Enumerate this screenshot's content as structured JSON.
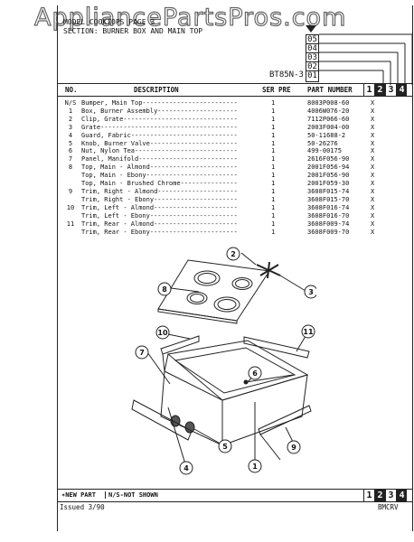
{
  "watermark": "AppliancePartsPros.com",
  "header": {
    "line1": "MODEL",
    "line1b": "COOKTOPS",
    "line1c": "PAGE 3",
    "line2": "SECTION: BURNER BOX AND MAIN TOP",
    "model": "BT85N-3",
    "codes": [
      "05",
      "04",
      "03",
      "02",
      "01"
    ]
  },
  "columns": {
    "no": "NO.",
    "description": "DESCRIPTION",
    "ser_pre": "SER PRE",
    "part_number": "PART NUMBER",
    "boxes": [
      "1",
      "2",
      "3",
      "4"
    ]
  },
  "parts": [
    {
      "no": "N/S",
      "desc": "Bumper, Main Top",
      "qty": "1",
      "pn": "8003P008-60",
      "x": "X"
    },
    {
      "no": "1",
      "desc": "Box, Burner Assembly",
      "qty": "1",
      "pn": "4006W076-20",
      "x": "X"
    },
    {
      "no": "2",
      "desc": "Clip, Grate",
      "qty": "1",
      "pn": "7112P066-60",
      "x": "X"
    },
    {
      "no": "3",
      "desc": "Grate",
      "qty": "1",
      "pn": "2003F004-00",
      "x": "X"
    },
    {
      "no": "4",
      "desc": "Guard, Fabric",
      "qty": "1",
      "pn": "50-11688-2",
      "x": "X"
    },
    {
      "no": "5",
      "desc": "Knob, Burner Valve",
      "qty": "1",
      "pn": "50-26276",
      "x": "X"
    },
    {
      "no": "6",
      "desc": "Nut, Nylon Tea",
      "qty": "1",
      "pn": "499-00175",
      "x": "X"
    },
    {
      "no": "7",
      "desc": "Panel, Manifold",
      "qty": "1",
      "pn": "2616F056-90",
      "x": "X"
    },
    {
      "no": "8",
      "desc": "Top, Main - Almond",
      "qty": "1",
      "pn": "2001F056-94",
      "x": "X"
    },
    {
      "no": "",
      "desc": "Top, Main - Ebony",
      "qty": "1",
      "pn": "2001F056-90",
      "x": "X"
    },
    {
      "no": "",
      "desc": "Top, Main - Brushed Chrome",
      "qty": "1",
      "pn": "2001F059-30",
      "x": "X"
    },
    {
      "no": "9",
      "desc": "Trim, Right - Almond",
      "qty": "1",
      "pn": "3608F015-74",
      "x": "X"
    },
    {
      "no": "",
      "desc": "Trim, Right - Ebony",
      "qty": "1",
      "pn": "3608F015-70",
      "x": "X"
    },
    {
      "no": "10",
      "desc": "Trim, Left - Almond",
      "qty": "1",
      "pn": "3608F016-74",
      "x": "X"
    },
    {
      "no": "",
      "desc": "Trim, Left - Ebony",
      "qty": "1",
      "pn": "3608F016-70",
      "x": "X"
    },
    {
      "no": "11",
      "desc": "Trim, Rear - Almond",
      "qty": "1",
      "pn": "3608F009-74",
      "x": "X"
    },
    {
      "no": "",
      "desc": "Trim, Rear - Ebony",
      "qty": "1",
      "pn": "3608F009-70",
      "x": "X"
    }
  ],
  "callouts": [
    "1",
    "2",
    "3",
    "4",
    "5",
    "6",
    "7",
    "8",
    "9",
    "10",
    "11"
  ],
  "footer": {
    "new_part": "✶NEW PART",
    "not_shown": "N/S-NOT SHOWN",
    "boxes": [
      "1",
      "2",
      "3",
      "4"
    ],
    "issued": "Issued 3/90",
    "code": "BMCRV"
  }
}
